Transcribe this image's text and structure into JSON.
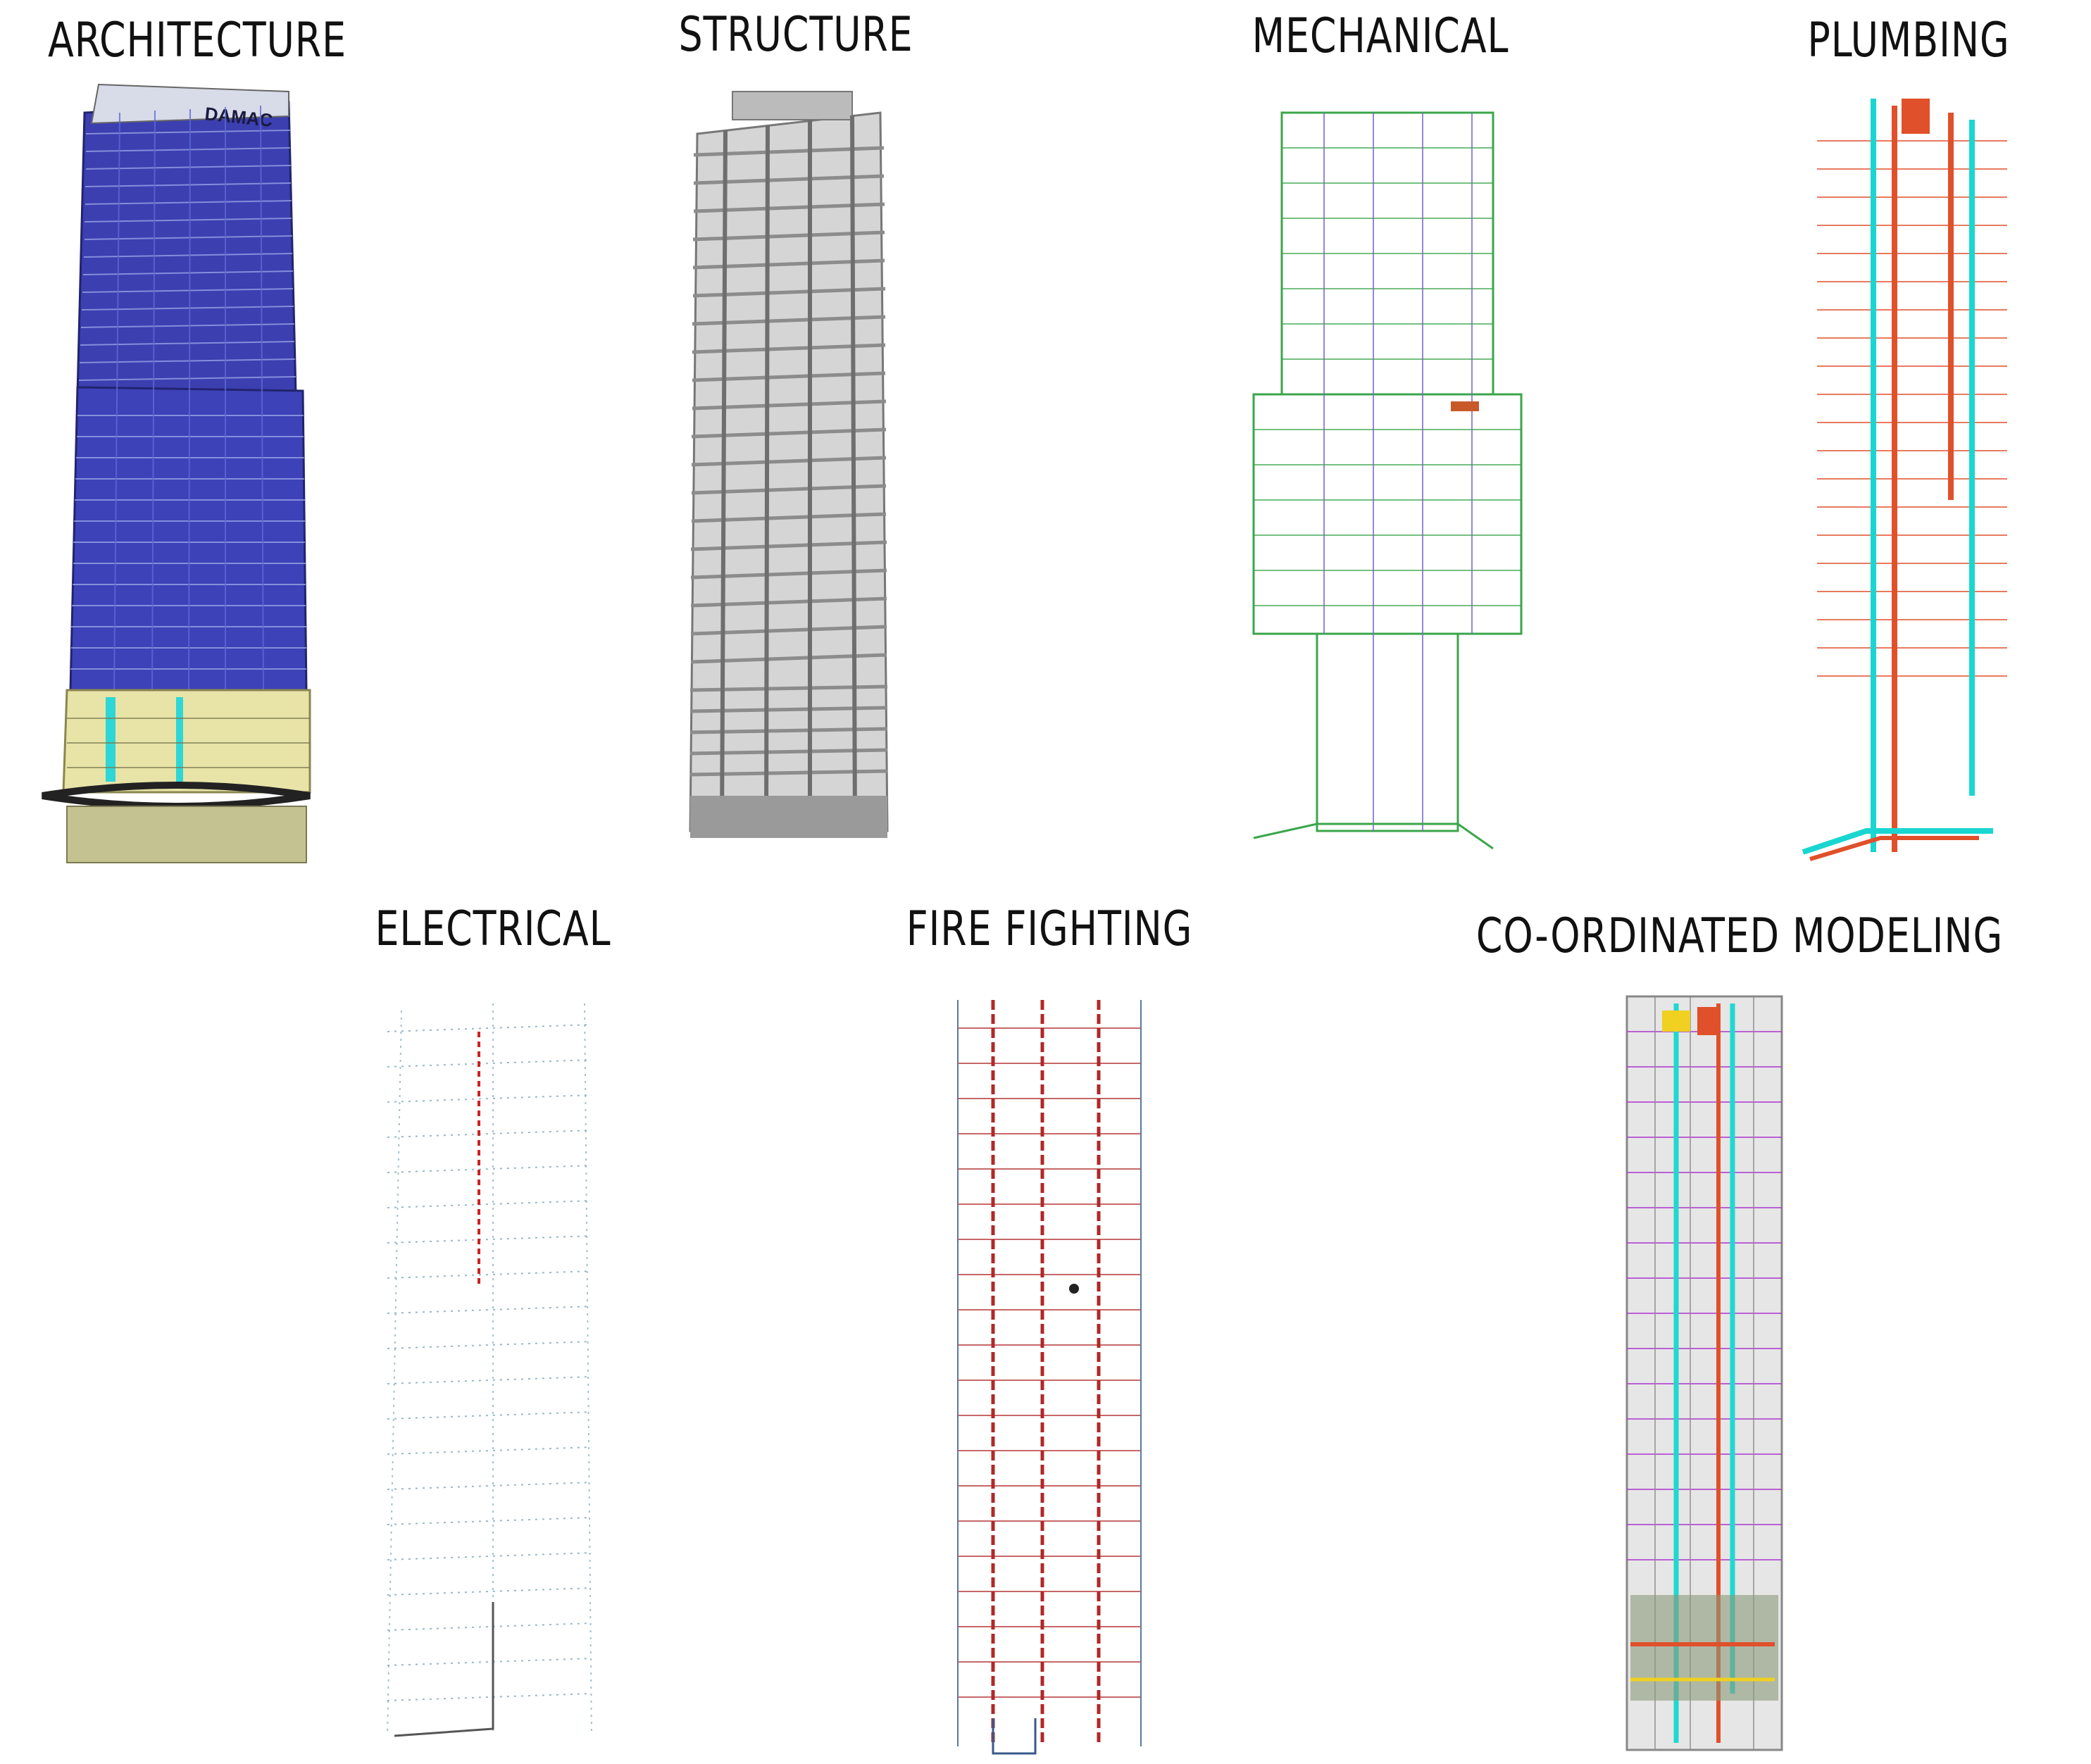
{
  "panels": {
    "architecture": {
      "title": "ARCHITECTURE",
      "sign": "DAMAC"
    },
    "structure": {
      "title": "STRUCTURE"
    },
    "mechanical": {
      "title": "MECHANICAL"
    },
    "plumbing": {
      "title": "PLUMBING"
    },
    "electrical": {
      "title": "ELECTRICAL"
    },
    "fire_fighting": {
      "title": "FIRE FIGHTING"
    },
    "coordinated": {
      "title": "CO-ORDINATED MODELING"
    }
  },
  "colors": {
    "architecture_facade": "#3b3fb0",
    "architecture_podium": "#e8e4a8",
    "architecture_accent": "#2fd6d6",
    "structure": "#8c8c8c",
    "mechanical": "#3aa64a",
    "mechanical_secondary": "#7a6ad0",
    "plumbing_primary": "#19d6d0",
    "plumbing_secondary": "#e0502a",
    "electrical": "#7fa6b8",
    "electrical_riser": "#cc2222",
    "fire": "#b02828",
    "coordinated_magenta": "#b040d0",
    "coordinated_cyan": "#20d8d0"
  }
}
